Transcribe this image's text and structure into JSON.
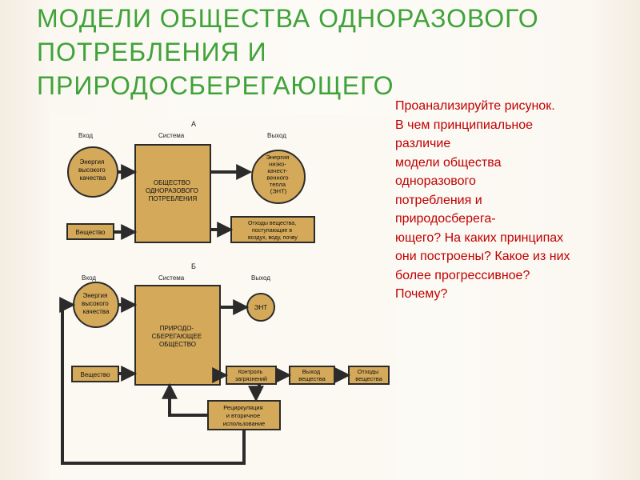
{
  "slide": {
    "title_lines": [
      "Модели общества одноразового",
      "потребления и",
      "природосберегающего"
    ],
    "question_lines": [
      "Проанализируйте рисунок.",
      "В чем принципиальное",
      "различие",
      "модели общества",
      "одноразового",
      "потребления и",
      "природосберега-",
      "ющего? На каких принципах",
      "они построены? Какое из них",
      "более прогрессивное?",
      "Почему?"
    ],
    "colors": {
      "title": "#3fa33a",
      "question": "#c00000",
      "box_fill": "#d4a95a",
      "line": "#2b2b2b"
    }
  },
  "diagram": {
    "a": {
      "label": "А",
      "col_input": "Вход",
      "col_system": "Система",
      "col_output": "Выход",
      "energy_in": [
        "Энергия",
        "высокого",
        "качества"
      ],
      "system": [
        "ОБЩЕСТВО",
        "ОДНОРАЗОВОГО",
        "ПОТРЕБЛЕНИЯ"
      ],
      "energy_out": [
        "Энергия",
        "низко-",
        "качест-",
        "венного",
        "тепла",
        "(ЭНТ)"
      ],
      "substance": "Вещество",
      "waste": [
        "Отходы вещества,",
        "поступающие в",
        "воздух, воду, почву"
      ]
    },
    "b": {
      "label": "Б",
      "col_input": "Вход",
      "col_system": "Система",
      "col_output": "Выход",
      "energy_in": [
        "Энергия",
        "высокого",
        "качества"
      ],
      "system": [
        "ПРИРОДО-",
        "СБЕРЕГАЮЩЕЕ",
        "ОБЩЕСТВО"
      ],
      "ent": "ЭНТ",
      "substance": "Вещество",
      "control": [
        "Контроль",
        "загрязнений"
      ],
      "output_substance": [
        "Выход",
        "вещества"
      ],
      "waste": [
        "Отходы",
        "вещества"
      ],
      "recycle": [
        "Рециркуляция",
        "и вторичное",
        "использование"
      ]
    }
  }
}
